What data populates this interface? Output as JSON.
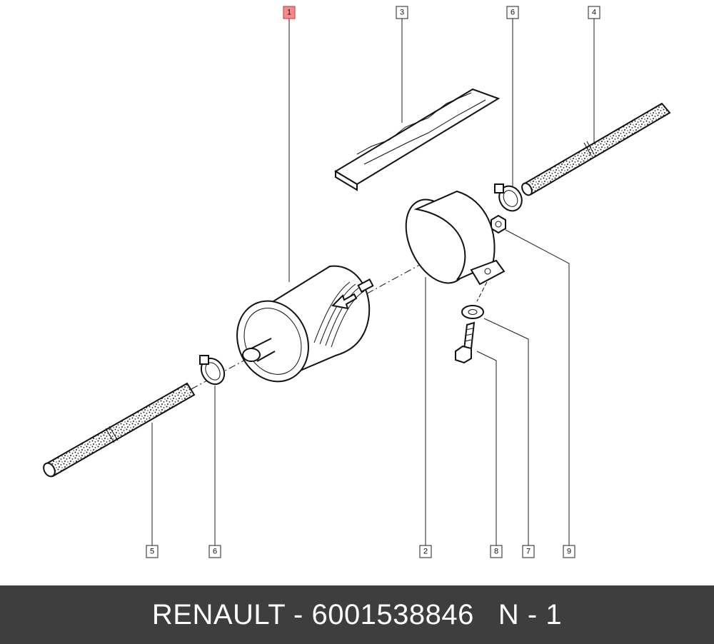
{
  "callouts": {
    "c1": "1",
    "c3": "3",
    "c6a": "6",
    "c4": "4",
    "c5": "5",
    "c6b": "6",
    "c2": "2",
    "c8": "8",
    "c7": "7",
    "c9": "9"
  },
  "colors": {
    "highlight": "#f28b8b",
    "footer_bg": "#3e3e3e",
    "footer_text": "#ffffff"
  },
  "footer": {
    "brand_part": "RENAULT - 6001538846",
    "position": "N - 1"
  }
}
